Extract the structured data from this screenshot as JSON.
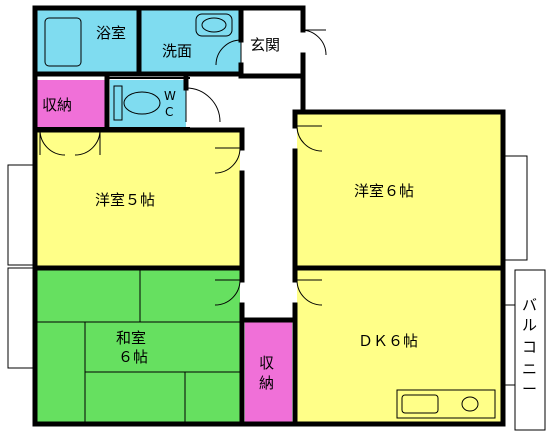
{
  "colors": {
    "wall": "#000000",
    "bath": "#7fdcf0",
    "storage": "#f070d8",
    "western": "#ffff88",
    "japanese": "#66e060",
    "dk": "#ffff88",
    "corridor": "#ffffff",
    "fixture": "#ffffff"
  },
  "rooms": {
    "bath": "浴室",
    "washroom": "洗面",
    "entrance": "玄関",
    "storage_top": "収納",
    "wc_line1": "W",
    "wc_line2": "C",
    "western5": "洋室５帖",
    "western6": "洋室６帖",
    "japanese_line1": "和室",
    "japanese_line2": "６帖",
    "storage_mid_line1": "収",
    "storage_mid_line2": "納",
    "dk": "ＤＫ６帖",
    "balcony_chars": [
      "バ",
      "ル",
      "コ",
      "ニ",
      "ー"
    ]
  }
}
